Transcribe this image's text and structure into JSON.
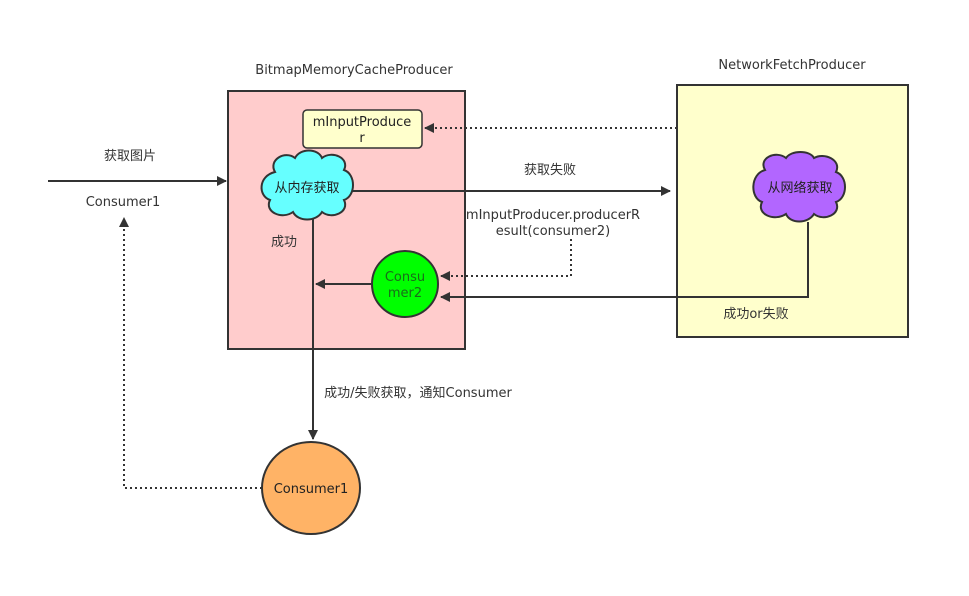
{
  "diagram": {
    "containers": [
      {
        "id": "bitmap",
        "title": "BitmapMemoryCacheProducer",
        "fill": "#ffcccc"
      },
      {
        "id": "network",
        "title": "NetworkFetchProducer",
        "fill": "#ffffcc"
      }
    ],
    "nodes": {
      "minput": {
        "lines": [
          "mInputProduce",
          "r"
        ],
        "fill": "#ffffcc",
        "shape": "rounded-rect"
      },
      "memcloud": {
        "label": "从内存获取",
        "fill": "#66ffff",
        "shape": "cloud"
      },
      "netcloud": {
        "label": "从网络获取",
        "fill": "#b266ff",
        "shape": "cloud"
      },
      "consumer2": {
        "lines": [
          "Consu",
          "mer2"
        ],
        "fill": "#00ff00",
        "text_color": "#1a6b1a",
        "shape": "circle"
      },
      "consumer1": {
        "label": "Consumer1",
        "fill": "#ffb366",
        "shape": "circle"
      }
    },
    "labels": {
      "get_image": "获取图片",
      "consumer1_left": "Consumer1",
      "success": "成功",
      "fetch_fail": "获取失败",
      "producer_result_line1": "mInputProducer.producerR",
      "producer_result_line2": "esult(consumer2)",
      "success_or_fail": "成功or失败",
      "notify": "成功/失败获取，通知Consumer"
    },
    "edges": [
      {
        "from": "external",
        "to": "bitmap",
        "style": "solid",
        "label": "获取图片"
      },
      {
        "from": "memcloud",
        "to": "network",
        "style": "solid",
        "label": "获取失败"
      },
      {
        "from": "network",
        "to": "minput",
        "style": "dotted"
      },
      {
        "from": "result-call",
        "to": "consumer2",
        "style": "dotted",
        "label": "mInputProducer.producerResult(consumer2)"
      },
      {
        "from": "netcloud",
        "to": "consumer2",
        "style": "solid",
        "label": "成功or失败"
      },
      {
        "from": "consumer2",
        "to": "memcloud-line",
        "style": "solid"
      },
      {
        "from": "memcloud",
        "to": "consumer1",
        "style": "solid",
        "label": "成功/失败获取，通知Consumer"
      },
      {
        "from": "consumer1",
        "to": "consumer1-left",
        "style": "dotted"
      }
    ],
    "colors": {
      "stroke": "#333333",
      "edge": "#333333"
    }
  }
}
